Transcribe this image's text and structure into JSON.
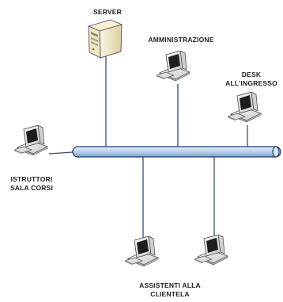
{
  "nodes": {
    "server": {
      "line1": "SERVER",
      "icon": "server-tower-icon"
    },
    "administration": {
      "line1": "AMMINISTRAZIONE",
      "icon": "workstation-icon"
    },
    "front_desk": {
      "line1": "DESK",
      "line2": "ALL'INGRESSO",
      "icon": "workstation-icon"
    },
    "instructors": {
      "line1": "ISTRUTTORI",
      "line2": "SALA CORSI",
      "icon": "workstation-icon"
    },
    "customer_assistants": {
      "line1": "ASSISTENTI ALLA",
      "line2": "CLIENTELA",
      "icon": "workstation-icon"
    }
  },
  "colors": {
    "bus_fill": "#b7d0ea",
    "bus_stroke": "#1f3e73",
    "link_stroke": "#3a4a7a",
    "server_body": "#f1e8c6",
    "monitor_body": "#e9e9e9"
  }
}
